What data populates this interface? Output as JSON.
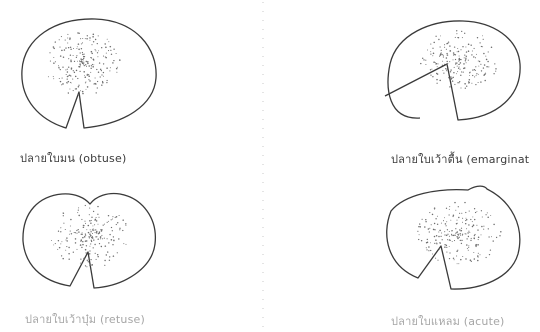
{
  "figure": {
    "panels": [
      {
        "id": "obtuse",
        "caption": "ปลายใบมน (obtuse)"
      },
      {
        "id": "emarginate",
        "caption": "ปลายใบเว้าตื้น (emarginat"
      },
      {
        "id": "retuse",
        "caption": "ปลายใบเว้าบุ๋ม (retuse)"
      },
      {
        "id": "acute",
        "caption": "ปลายใบแหลม (acute)"
      }
    ]
  },
  "colors": {
    "outline": "#3a3a3a",
    "stipple": "#6e6e6e",
    "background": "#ffffff"
  }
}
